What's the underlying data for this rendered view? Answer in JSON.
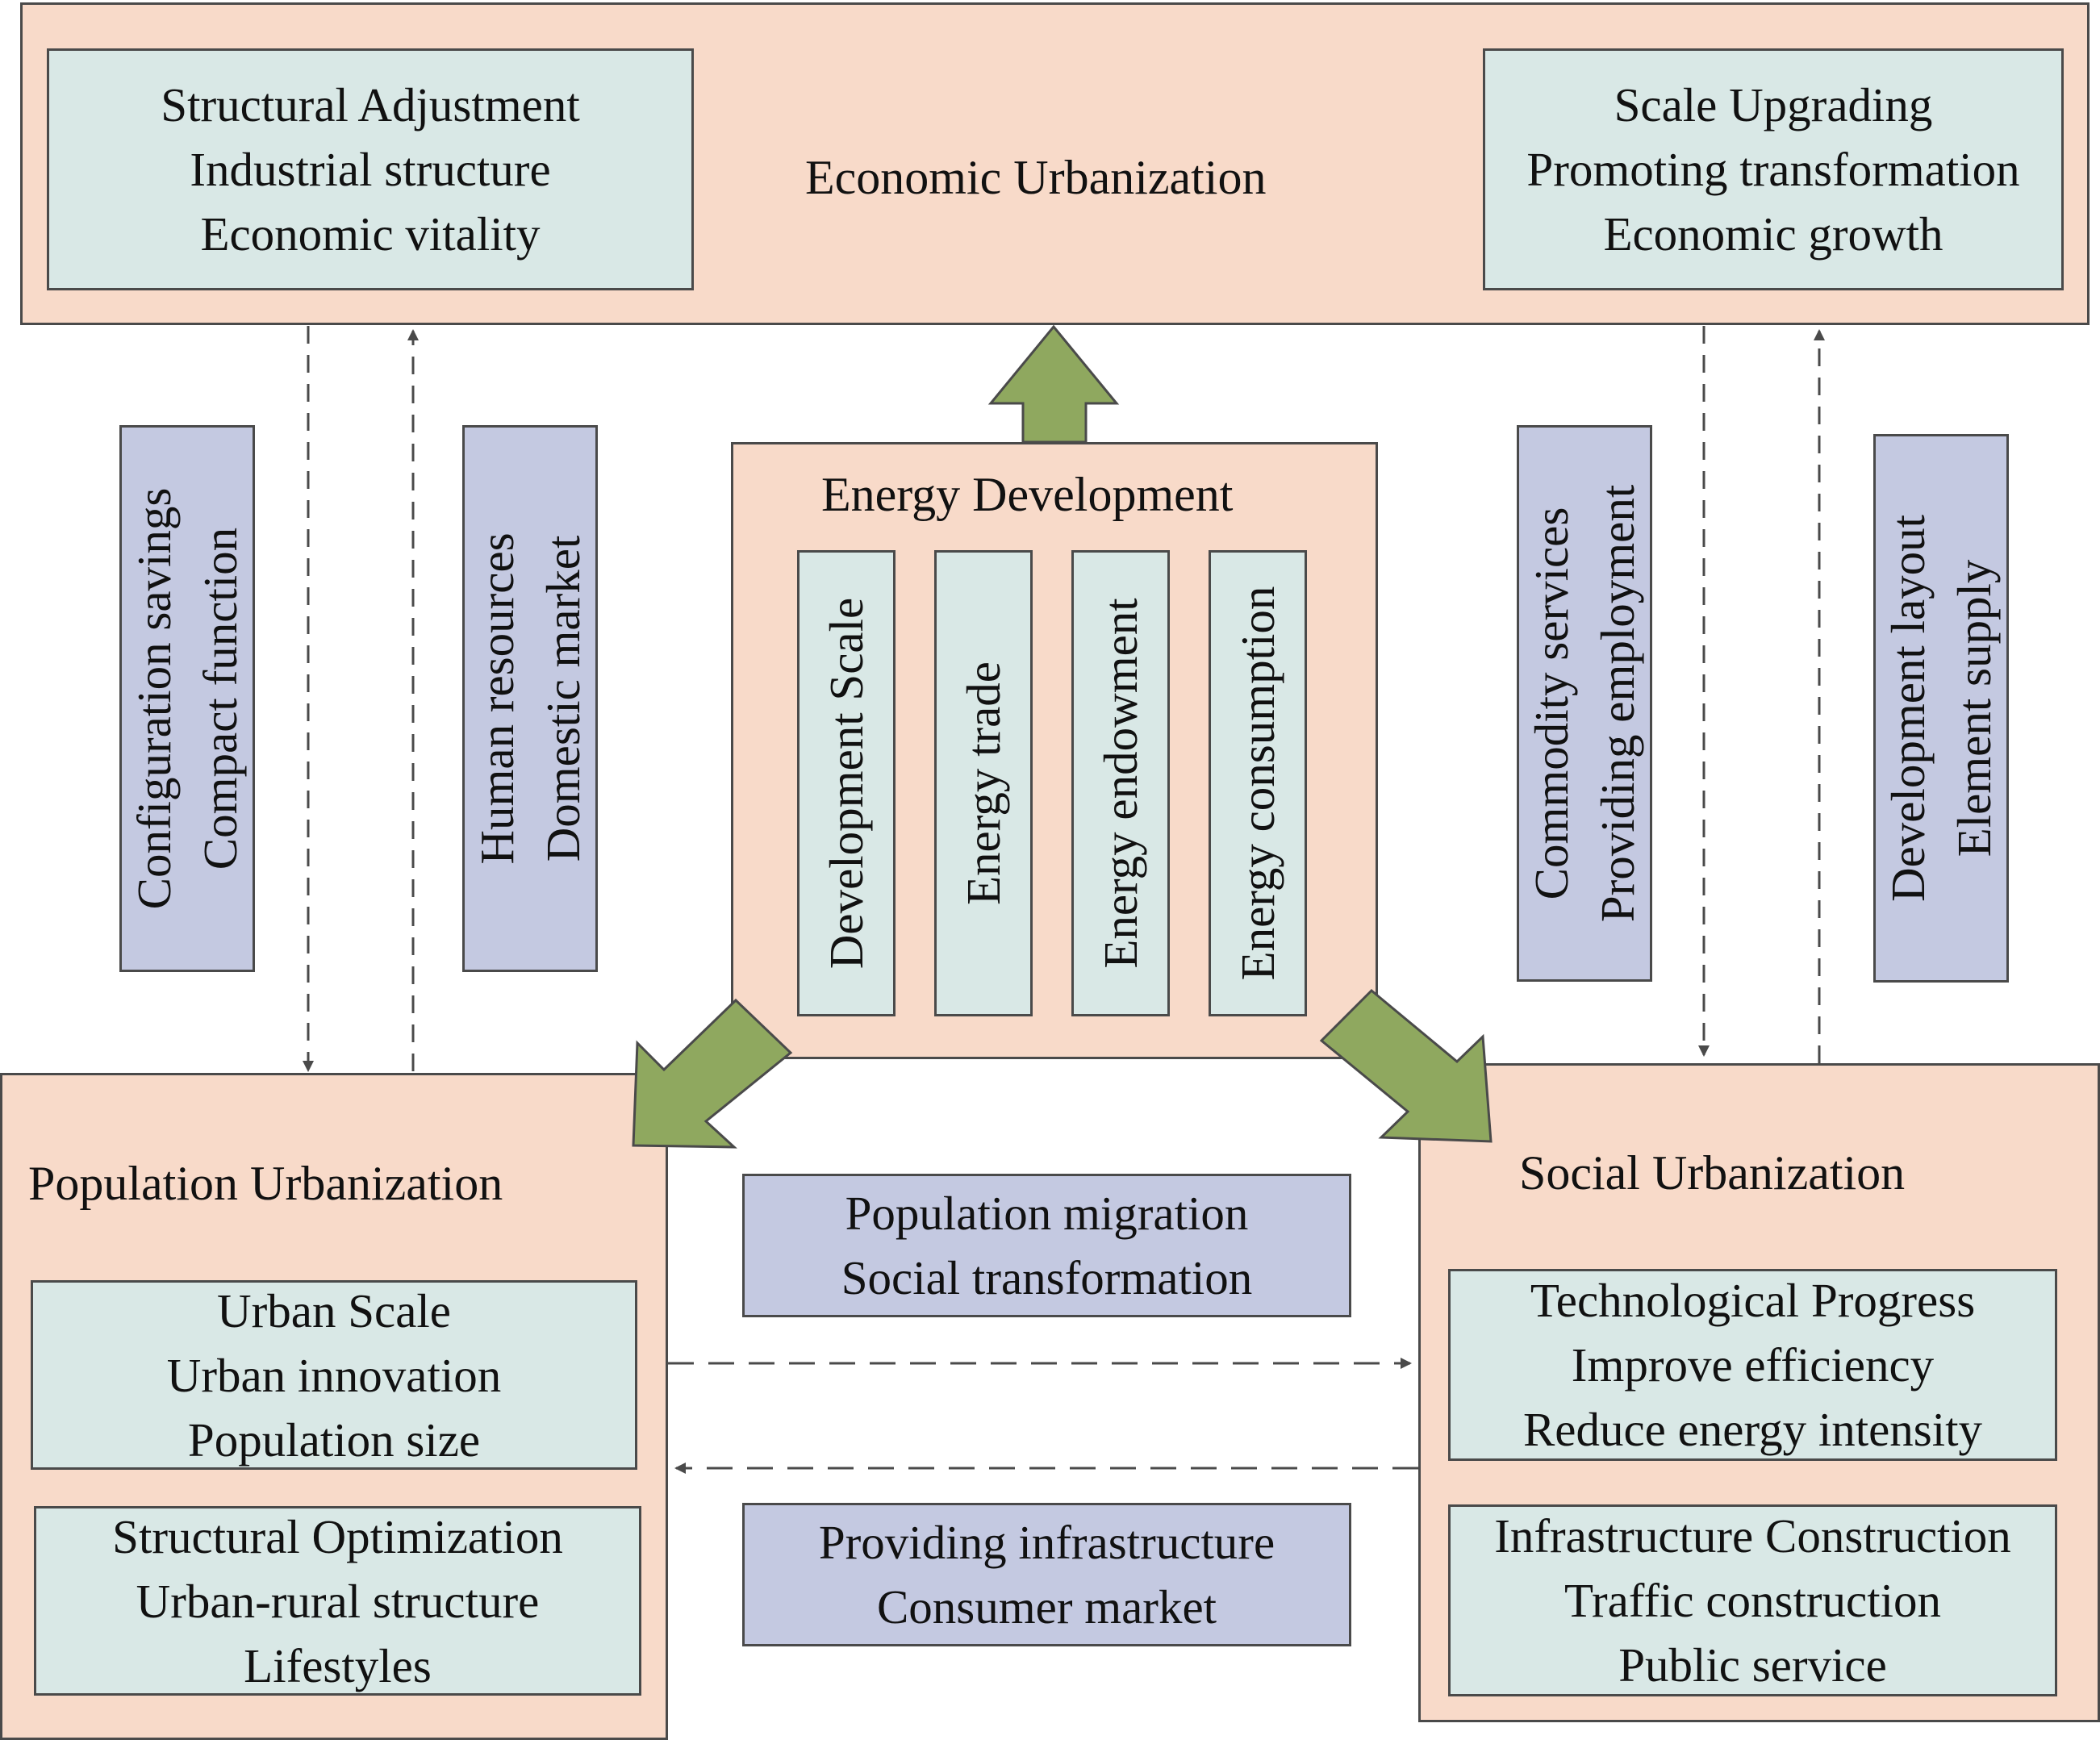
{
  "economic": {
    "title": "Economic Urbanization",
    "left_box": [
      "Structural Adjustment",
      "Industrial structure",
      "Economic vitality"
    ],
    "right_box": [
      "Scale Upgrading",
      "Promoting transformation",
      "Economic growth"
    ]
  },
  "energy": {
    "title": "Energy Development",
    "items": [
      "Development Scale",
      "Energy trade",
      "Energy endowment",
      "Energy consumption"
    ]
  },
  "population": {
    "title": "Population Urbanization",
    "box1": [
      "Urban Scale",
      "Urban innovation",
      "Population size"
    ],
    "box2": [
      "Structural Optimization",
      "Urban-rural structure",
      "Lifestyles"
    ]
  },
  "social": {
    "title": "Social Urbanization",
    "box1": [
      "Technological Progress",
      "Improve efficiency",
      "Reduce energy intensity"
    ],
    "box2": [
      "Infrastructure Construction",
      "Traffic construction",
      "Public service"
    ]
  },
  "links": {
    "config": [
      "Configuration savings",
      "Compact function"
    ],
    "human": [
      "Human resources",
      "Domestic market"
    ],
    "commodity": [
      "Commodity services",
      "Providing employment"
    ],
    "layout": [
      "Development layout",
      "Element supply"
    ],
    "migration": [
      "Population migration",
      "Social transformation"
    ],
    "infrastructure": [
      "Providing infrastructure",
      "Consumer market"
    ]
  },
  "colors": {
    "pink": "#f8dac9",
    "teal": "#d9e8e6",
    "lavender": "#c4c9e1",
    "arrow_green": "#8fa85f",
    "line": "#4a4a4a"
  }
}
